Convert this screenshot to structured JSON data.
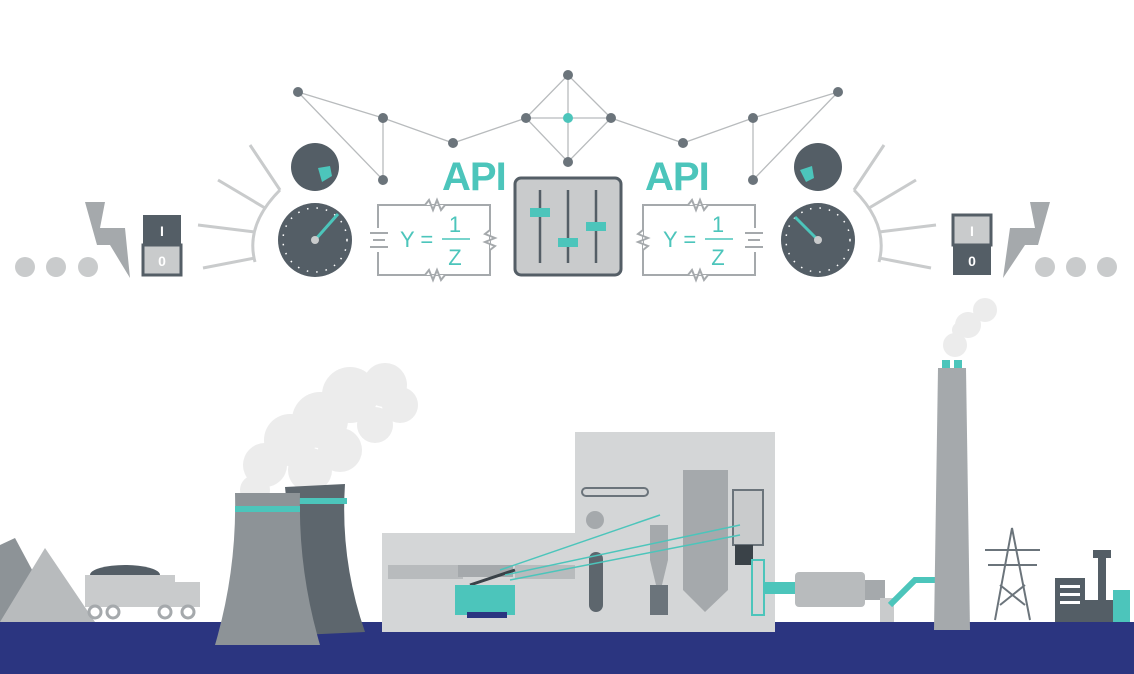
{
  "header": {
    "api_left": "API",
    "api_right": "API"
  },
  "formula_left": {
    "lhs": "Y =",
    "numerator": "1",
    "denominator": "Z"
  },
  "formula_right": {
    "lhs": "Y =",
    "numerator": "1",
    "denominator": "Z"
  },
  "switch_left": {
    "on_label": "I",
    "off_label": "0"
  },
  "switch_right": {
    "on_label": "I",
    "off_label": "0"
  },
  "colors": {
    "accent": "#4cc5bb",
    "dark": "#545e66",
    "light_gray": "#c9cbcc",
    "ground": "#2b3580"
  }
}
